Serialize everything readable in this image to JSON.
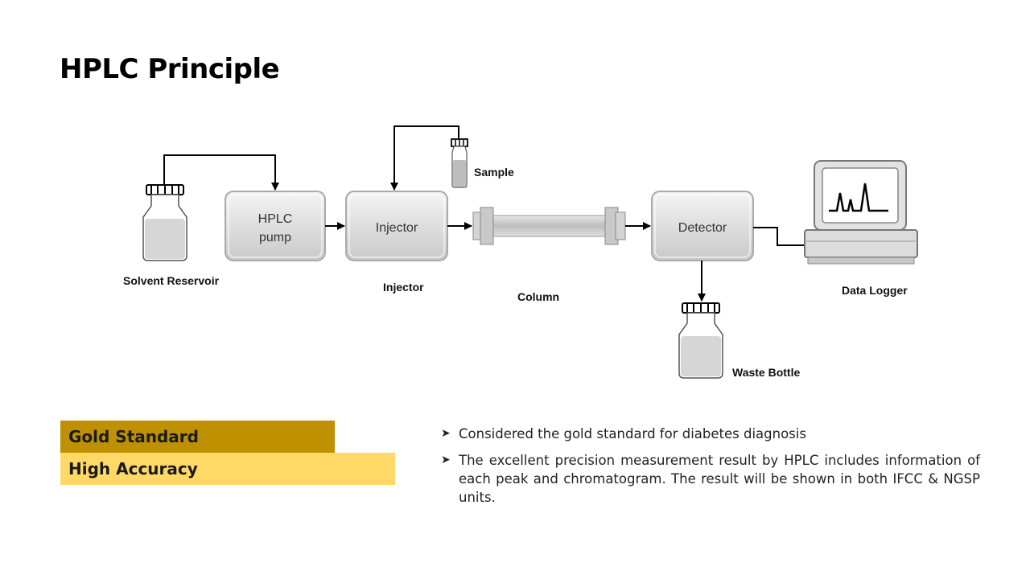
{
  "slide": {
    "title": "HPLC Principle"
  },
  "diagram": {
    "labels": {
      "solvent_reservoir": "Solvent Reservoir",
      "hplc_pump_line1": "HPLC",
      "hplc_pump_line2": "pump",
      "injector_box": "Injector",
      "injector_caption": "Injector",
      "sample": "Sample",
      "column": "Column",
      "detector": "Detector",
      "waste_bottle": "Waste Bottle",
      "data_logger": "Data Logger"
    }
  },
  "tags": {
    "gold_standard": "Gold Standard",
    "high_accuracy": "High Accuracy"
  },
  "bullets": [
    {
      "text": "Considered the gold standard for diabetes diagnosis"
    },
    {
      "text": "The excellent precision  measurement result by HPLC includes information of each peak and chromatogram. The result will be shown in both IFCC & NGSP units."
    }
  ],
  "colors": {
    "gold": "#bf9000",
    "light_gold": "#ffd966"
  }
}
